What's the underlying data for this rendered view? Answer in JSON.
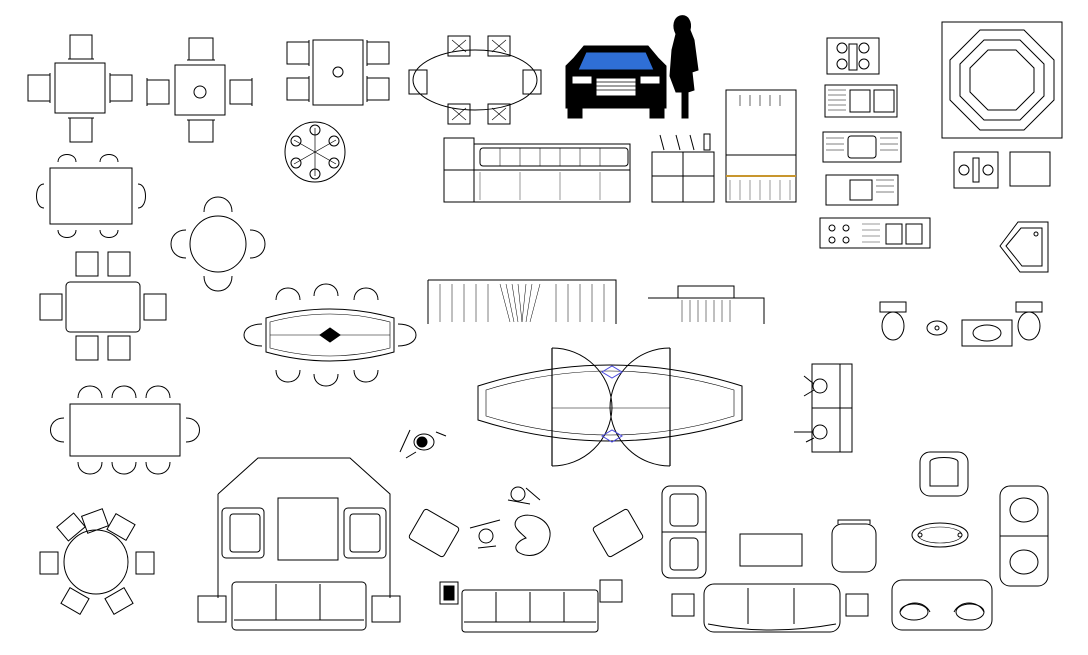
{
  "sheet": {
    "background": "#ffffff",
    "line_color": "#000000",
    "accent_colors": {
      "windshield": "#2f6fd6",
      "shelf_highlight": "#c8962e"
    }
  },
  "blocks": [
    "square-dining-table-4-chairs",
    "small-square-table-4-chairs",
    "rectangular-table-4-chairs",
    "oval-table-6-chairs",
    "sedan-car-front",
    "standing-woman-silhouette",
    "stove-4-burner",
    "double-sink",
    "single-sink",
    "sink-with-drainboard",
    "octagonal-spa-tub",
    "round-table-6-place-top",
    "bar-counter-elevation",
    "bar-cabinet-elevation",
    "bar-shelf-elevation",
    "range-elevation",
    "kitchen-counter-run",
    "corner-shower",
    "rectangular-table-6-chairs",
    "round-table-4-chairs",
    "rectangular-table-6-chairs-alt",
    "boat-conference-table-10-chairs",
    "table-section-elevation",
    "table-side-elevation",
    "toilet-and-basin-set",
    "rectangular-table-8-chairs",
    "large-boat-conference-table",
    "sofa-with-seated-figures",
    "walking-person",
    "round-table-7-chairs",
    "living-room-sofa-set",
    "lounge-figures-group",
    "two-seat-sofa-elevation",
    "armchair-plan",
    "coffee-table-rectangular",
    "round-chair",
    "oval-coffee-table",
    "three-seat-sofa-end-tables",
    "four-seat-sofa",
    "tufted-loveseat",
    "sectional-sofa"
  ]
}
